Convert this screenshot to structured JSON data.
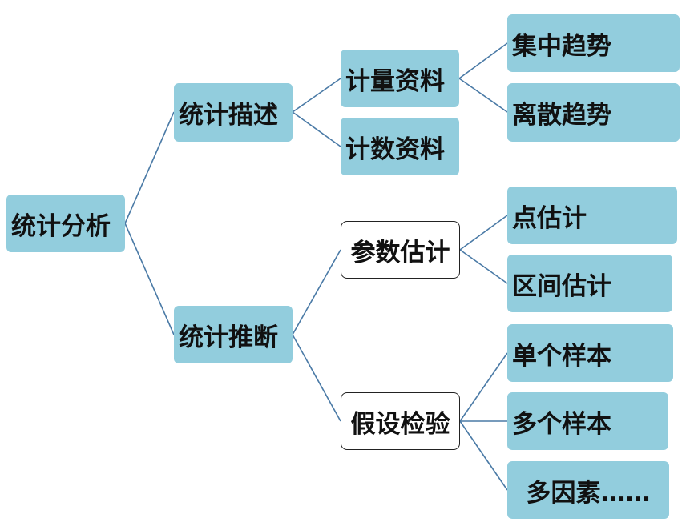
{
  "tree": {
    "root": "统计分析",
    "descriptive": {
      "label": "统计描述",
      "measurement": {
        "label": "计量资料",
        "children": [
          "集中趋势",
          "离散趋势"
        ]
      },
      "count": {
        "label": "计数资料"
      }
    },
    "inferential": {
      "label": "统计推断",
      "estimation": {
        "label": "参数估计",
        "children": [
          "点估计",
          "区间估计"
        ]
      },
      "hypothesis": {
        "label": "假设检验",
        "children": [
          "单个样本",
          "多个样本",
          "多因素……"
        ]
      }
    }
  },
  "colors": {
    "node_fill": "#92cddd",
    "node_outline": "#222222",
    "connector": "#4a7aa6",
    "text": "#111111"
  }
}
